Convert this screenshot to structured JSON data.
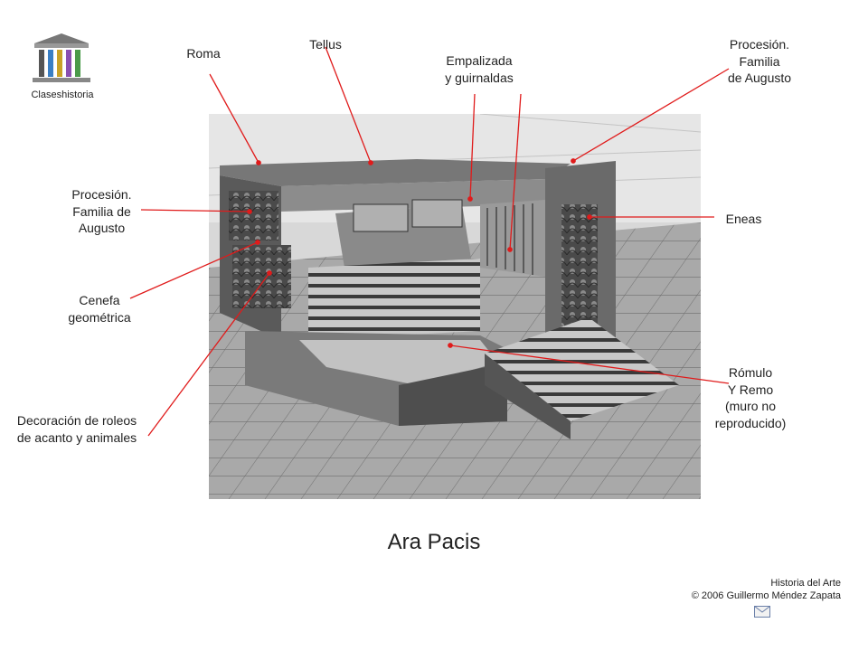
{
  "logo": {
    "caption": "Claseshistoria",
    "icon": "temple-logo-icon"
  },
  "labels": {
    "roma": "Roma",
    "tellus": "Tellus",
    "empalizada": [
      "Empalizada",
      "y guirnaldas"
    ],
    "procesion_right": [
      "Procesión.",
      "Familia",
      "de Augusto"
    ],
    "procesion_left": [
      "Procesión.",
      "Familia de",
      "Augusto"
    ],
    "eneas": "Eneas",
    "cenefa": [
      "Cenefa",
      "geométrica"
    ],
    "romulo": [
      "Rómulo",
      "Y Remo",
      "(muro no",
      "reproducido)"
    ],
    "decoracion": [
      "Decoración de roleos",
      "de acanto y animales"
    ]
  },
  "title": "Ara Pacis",
  "credit": {
    "line1": "Historia del Arte",
    "line2": "© 2006 Guillermo Méndez Zapata"
  },
  "mail_icon": "envelope-icon",
  "colors": {
    "leader": "#e01b1b",
    "text": "#222222"
  }
}
